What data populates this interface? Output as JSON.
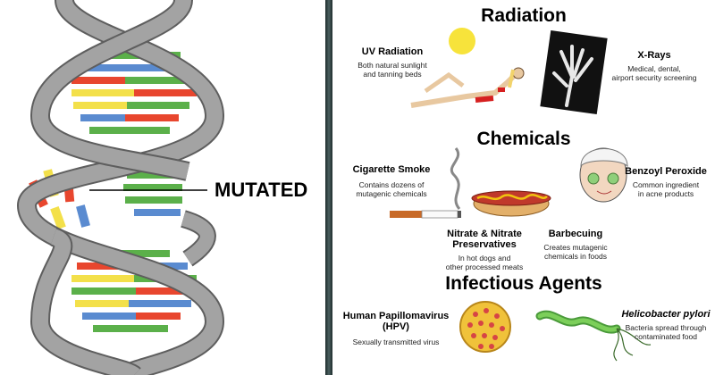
{
  "dna_panel": {
    "label": "MUTATED"
  },
  "sections": {
    "radiation": {
      "title": "Radiation",
      "uv": {
        "label": "UV Radiation",
        "desc1": "Both natural sunlight",
        "desc2": "and tanning beds"
      },
      "xray": {
        "label": "X-Rays",
        "desc1": "Medical, dental,",
        "desc2": "airport security screening"
      }
    },
    "chemicals": {
      "title": "Chemicals",
      "smoke": {
        "label": "Cigarette Smoke",
        "desc1": "Contains dozens of",
        "desc2": "mutagenic chemicals"
      },
      "benzoyl": {
        "label": "Benzoyl Peroxide",
        "desc1": "Common ingredient",
        "desc2": "in acne products"
      },
      "nitrate": {
        "label1": "Nitrate & Nitrate",
        "label2": "Preservatives",
        "desc1": "In hot dogs and",
        "desc2": "other processed meats"
      },
      "bbq": {
        "label": "Barbecuing",
        "desc1": "Creates mutagenic",
        "desc2": "chemicals in foods"
      }
    },
    "infectious": {
      "title": "Infectious Agents",
      "hpv": {
        "label1": "Human Papillomavirus",
        "label2": "(HPV)",
        "desc": "Sexually transmitted virus"
      },
      "hpylori": {
        "label": "Helicobacter pylori",
        "desc1": "Bacteria spread through",
        "desc2": "contaminated food"
      }
    }
  },
  "colors": {
    "backbone": "#a3a3a3",
    "backbone_stroke": "#5e5e5e",
    "base_green": "#5bb04a",
    "base_red": "#e8462e",
    "base_yellow": "#f3e04a",
    "base_blue": "#5a8bd0"
  }
}
